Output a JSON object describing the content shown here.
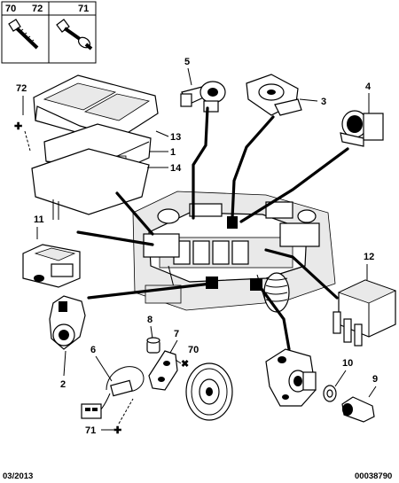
{
  "legend": {
    "box1_ref1": "70",
    "box1_ref2": "72",
    "box2_ref": "71"
  },
  "callouts": {
    "c1": "1",
    "c2": "2",
    "c3": "3",
    "c4": "4",
    "c5": "5",
    "c6": "6",
    "c7": "7",
    "c8": "8",
    "c9": "9",
    "c10": "10",
    "c11": "11",
    "c12": "12",
    "c13": "13",
    "c14": "14",
    "c70": "70",
    "c71": "71",
    "c72": "72"
  },
  "footer": {
    "date": "03/2013",
    "code": "00038790"
  }
}
